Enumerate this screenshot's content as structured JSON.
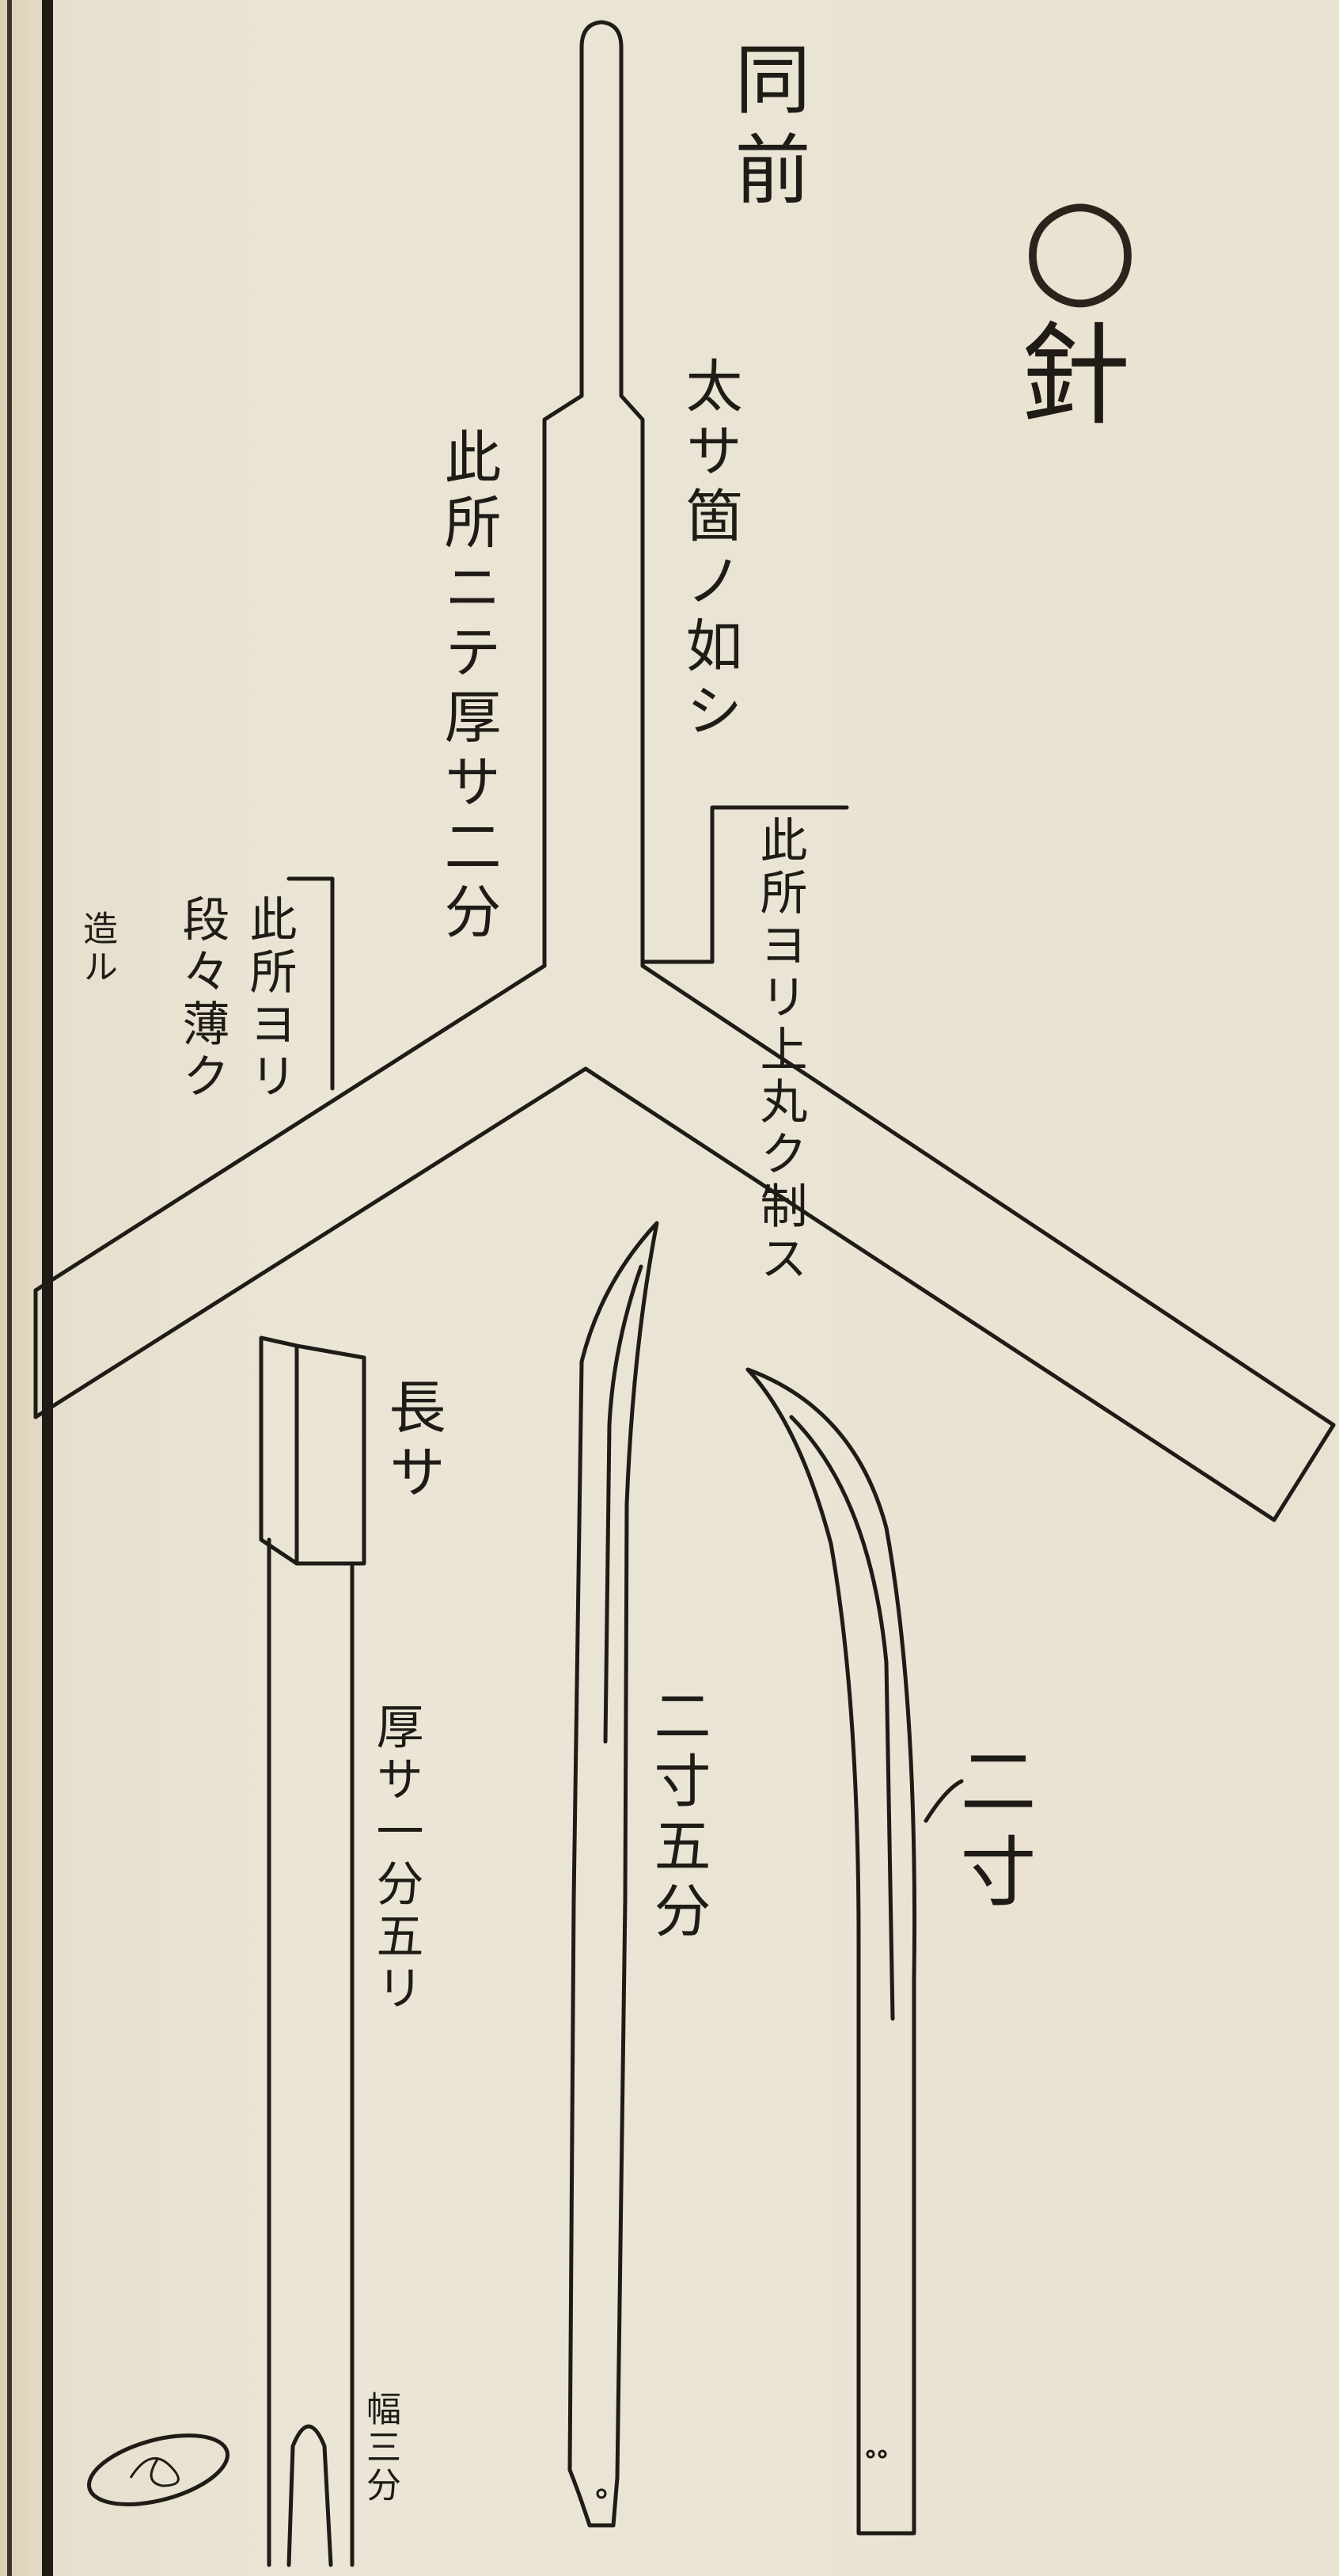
{
  "heading": {
    "circle_mark": "○",
    "title": "針"
  },
  "labels": {
    "same_as_before": "同前",
    "upper_width": "太サ箇ノ如シ",
    "left_thickness": "此所ニテ厚サ二分",
    "right_round": "此所ヨリ上丸ク制ス",
    "left_thin_a": "此所ヨリ",
    "left_thin_b": "段々薄ク",
    "left_thin_c": "造ル",
    "length": "長サ",
    "thickness_small": "厚サ一分五リ",
    "width": "幅三分",
    "middle_blade": "二寸五分",
    "right_blade": "二寸"
  }
}
